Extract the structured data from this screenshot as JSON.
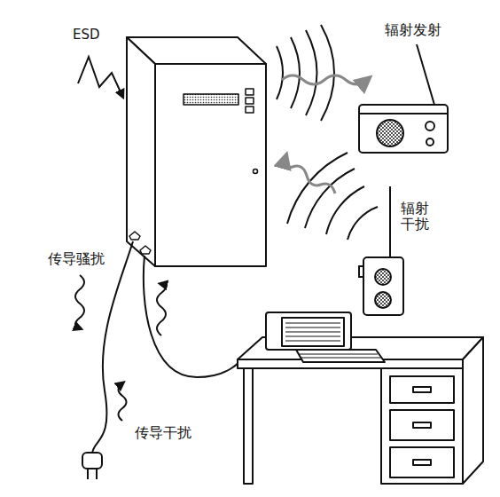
{
  "diagram": {
    "labels": [
      "ESD",
      "辐射发射",
      "辐射 干扰",
      "传导骚扰",
      "传导干扰"
    ]
  }
}
